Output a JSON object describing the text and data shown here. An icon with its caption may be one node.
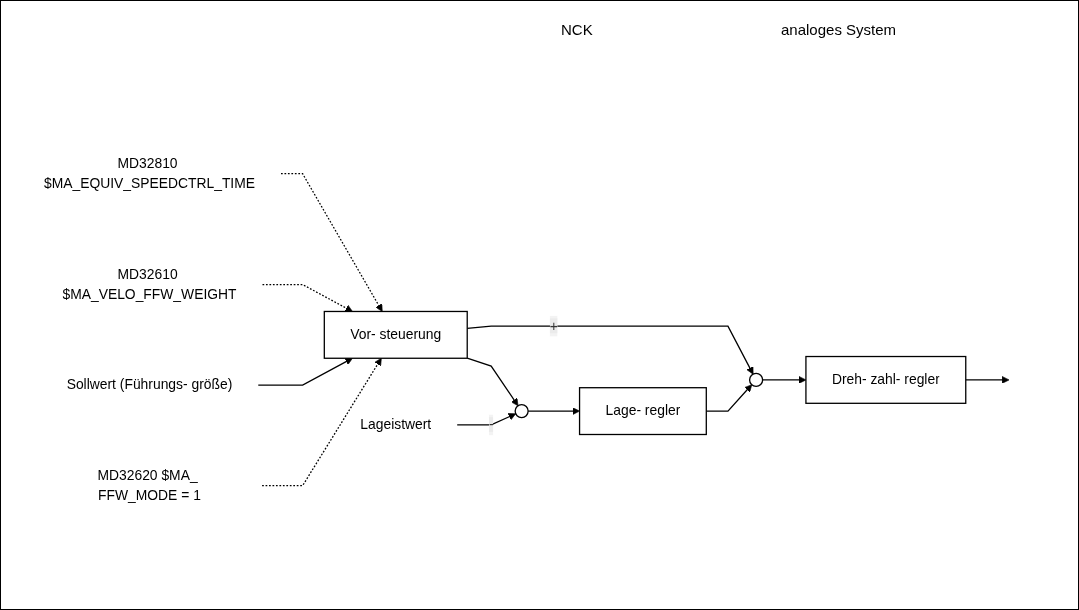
{
  "diagram": {
    "nodes": [
      {
        "text": [
          "MD32620 $MA_ FFW_MODE = 1"
        ]
      },
      {
        "text": [
          "Sollwert (Führungs- größe)"
        ]
      },
      {
        "text": [
          "Vor- steuerung"
        ]
      },
      {
        "text": [],
        "shape": "circle"
      },
      {
        "text": [
          "Lage- regler"
        ]
      },
      {
        "text": [],
        "shape": "circle"
      },
      {
        "text": [
          "Dreh- zahl- regler"
        ]
      },
      {
        "text": [
          "Lageistwert"
        ]
      },
      {
        "text": [
          "MD32610 $MA_VELO_FFW_WEIGHT"
        ]
      },
      {
        "text": [
          "MD32810 $MA_EQUIV_SPEEDCTRL_TIME"
        ]
      }
    ],
    "edges": [
      {
        "from": 0,
        "to": 2,
        "arrow": "to",
        "style": "dashed"
      },
      {
        "from": 1,
        "to": 2,
        "arrow": "to"
      },
      {
        "from": 2,
        "to": 3,
        "arrow": "to"
      },
      {
        "from": 3,
        "to": 4,
        "arrow": "to"
      },
      {
        "from": 7,
        "to": 3,
        "arrow": "to",
        "label": "-"
      },
      {
        "from": 4,
        "to": 5,
        "arrow": "to"
      },
      {
        "from": 2,
        "to": 5,
        "arrow": "to",
        "label": "+"
      },
      {
        "from": 5,
        "to": 6,
        "arrow": "to"
      },
      {
        "from": 6,
        "to": null,
        "arrow": "to"
      },
      {
        "from": 8,
        "to": 2,
        "arrow": "to",
        "style": "dashed"
      },
      {
        "from": 9,
        "to": 2,
        "arrow": "to",
        "style": "dashed"
      }
    ],
    "labels": [
      "NCK",
      "analoges System"
    ]
  }
}
